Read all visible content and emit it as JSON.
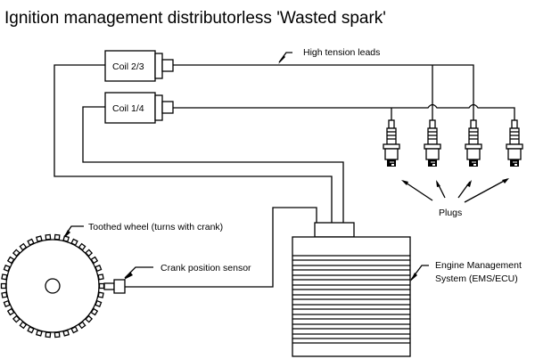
{
  "title": "Ignition management distributorless 'Wasted spark'",
  "coils": [
    {
      "id": "coil-2-3",
      "label": "Coil 2/3"
    },
    {
      "id": "coil-1-4",
      "label": "Coil 1/4"
    }
  ],
  "labels": {
    "high_tension_leads": "High tension leads",
    "plugs": "Plugs",
    "toothed_wheel": "Toothed wheel (turns with crank)",
    "crank_sensor": "Crank position sensor",
    "ems_line1": "Engine Management",
    "ems_line2": "System (EMS/ECU)"
  },
  "plug_count": 4,
  "colors": {
    "line": "#000000",
    "background": "#ffffff"
  }
}
